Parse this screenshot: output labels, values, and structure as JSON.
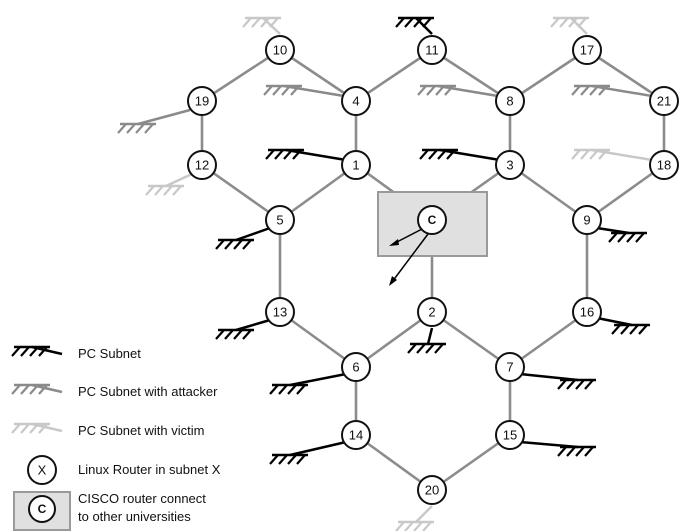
{
  "diagram": {
    "routers": [
      {
        "id": "r10",
        "label": "10"
      },
      {
        "id": "r11",
        "label": "11"
      },
      {
        "id": "r17",
        "label": "17"
      },
      {
        "id": "r19",
        "label": "19"
      },
      {
        "id": "r4",
        "label": "4"
      },
      {
        "id": "r8",
        "label": "8"
      },
      {
        "id": "r21",
        "label": "21"
      },
      {
        "id": "r12",
        "label": "12"
      },
      {
        "id": "r1",
        "label": "1"
      },
      {
        "id": "r3",
        "label": "3"
      },
      {
        "id": "r18",
        "label": "18"
      },
      {
        "id": "r5",
        "label": "5"
      },
      {
        "id": "rC",
        "label": "C"
      },
      {
        "id": "r9",
        "label": "9"
      },
      {
        "id": "r13",
        "label": "13"
      },
      {
        "id": "r2",
        "label": "2"
      },
      {
        "id": "r16",
        "label": "16"
      },
      {
        "id": "r6",
        "label": "6"
      },
      {
        "id": "r7",
        "label": "7"
      },
      {
        "id": "r14",
        "label": "14"
      },
      {
        "id": "r15",
        "label": "15"
      },
      {
        "id": "r20",
        "label": "20"
      }
    ],
    "colors": {
      "link": "#8c8c8c",
      "pc_subnet": "#000000",
      "pc_subnet_attacker": "#8a8a8a",
      "pc_subnet_victim": "#c8c8c8",
      "cisco_box_fill": "#e0e0e0",
      "cisco_box_stroke": "#9a9a9a"
    }
  },
  "legend": {
    "pc_subnet": "PC Subnet",
    "pc_subnet_attacker": "PC Subnet with attacker",
    "pc_subnet_victim": "PC Subnet with victim",
    "linux_router_symbol": "X",
    "linux_router": "Linux Router in subnet X",
    "cisco_symbol": "C",
    "cisco_router_line1": "CISCO router connect",
    "cisco_router_line2": "to other universities"
  }
}
